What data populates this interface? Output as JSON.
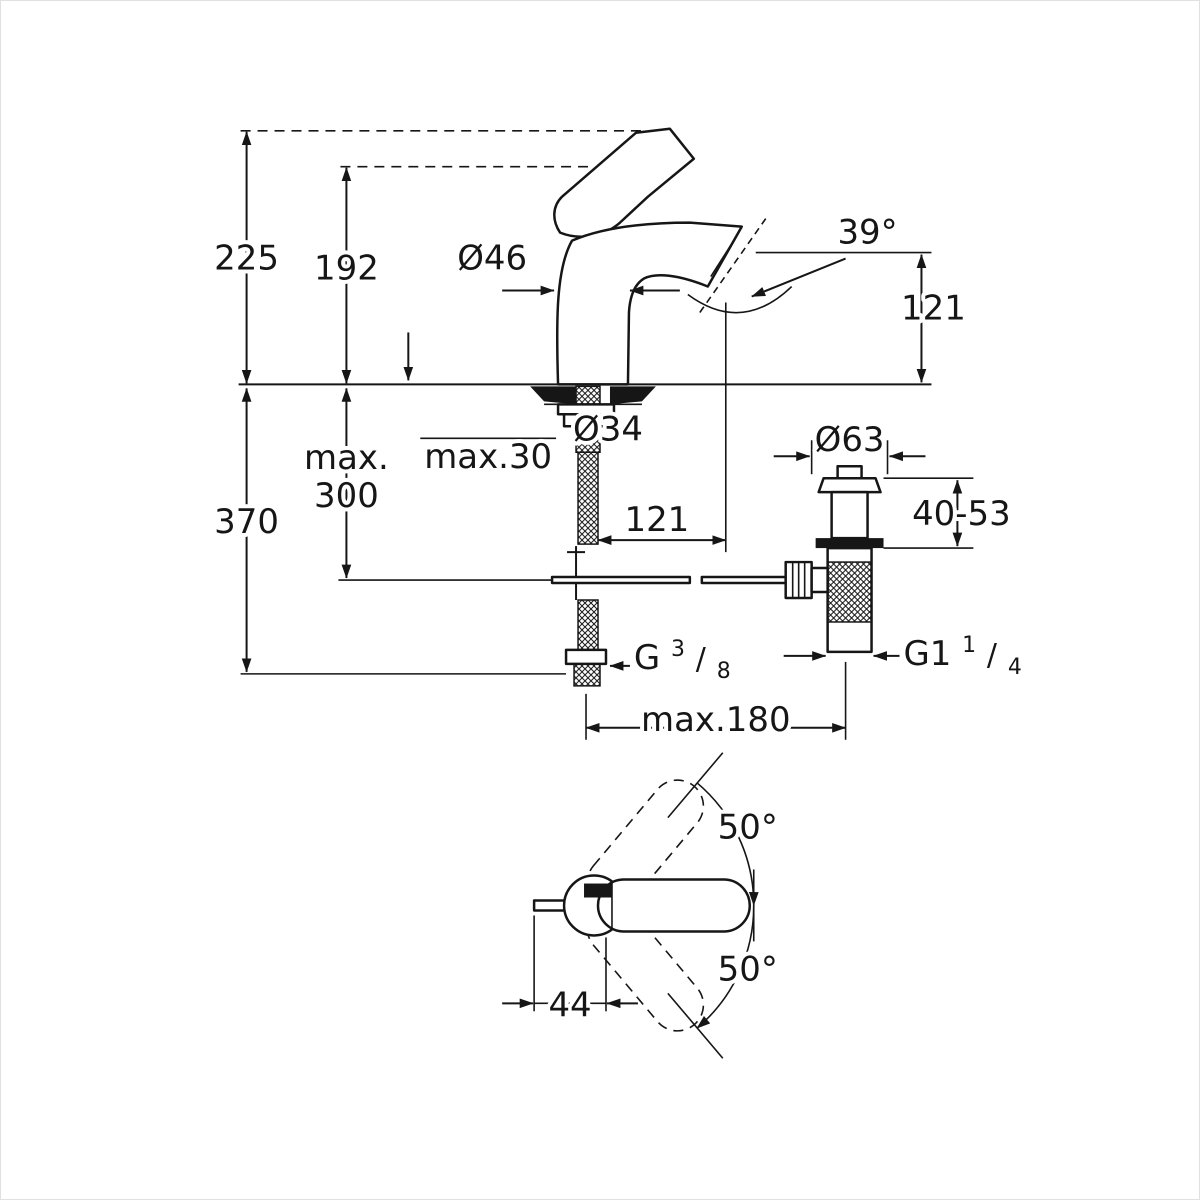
{
  "colors": {
    "line": "#161616",
    "background": "#ffffff"
  },
  "dims": {
    "total_height": "225",
    "body_height": "192",
    "body_diameter": "Ø46",
    "spout_angle": "39°",
    "spout_height": "121",
    "mounting_hole_diameter": "Ø34",
    "deck_thickness_max": "max.30",
    "below_deck_max_line1": "max.",
    "below_deck_max_line2": "300",
    "total_below_deck": "370",
    "spout_projection": "121",
    "waste_flange_diameter": "Ø63",
    "waste_deck_range": "40-53",
    "waste_thread": {
      "base": "G1",
      "sup": "1",
      "slash": "/",
      "sub": "4"
    },
    "supply_thread": {
      "base": "G",
      "sup": "3",
      "slash": "/",
      "sub": "8"
    },
    "overall_width_max": "max.180",
    "handle_swing_up": "50°",
    "handle_swing_down": "50°",
    "handle_offset": "44"
  }
}
